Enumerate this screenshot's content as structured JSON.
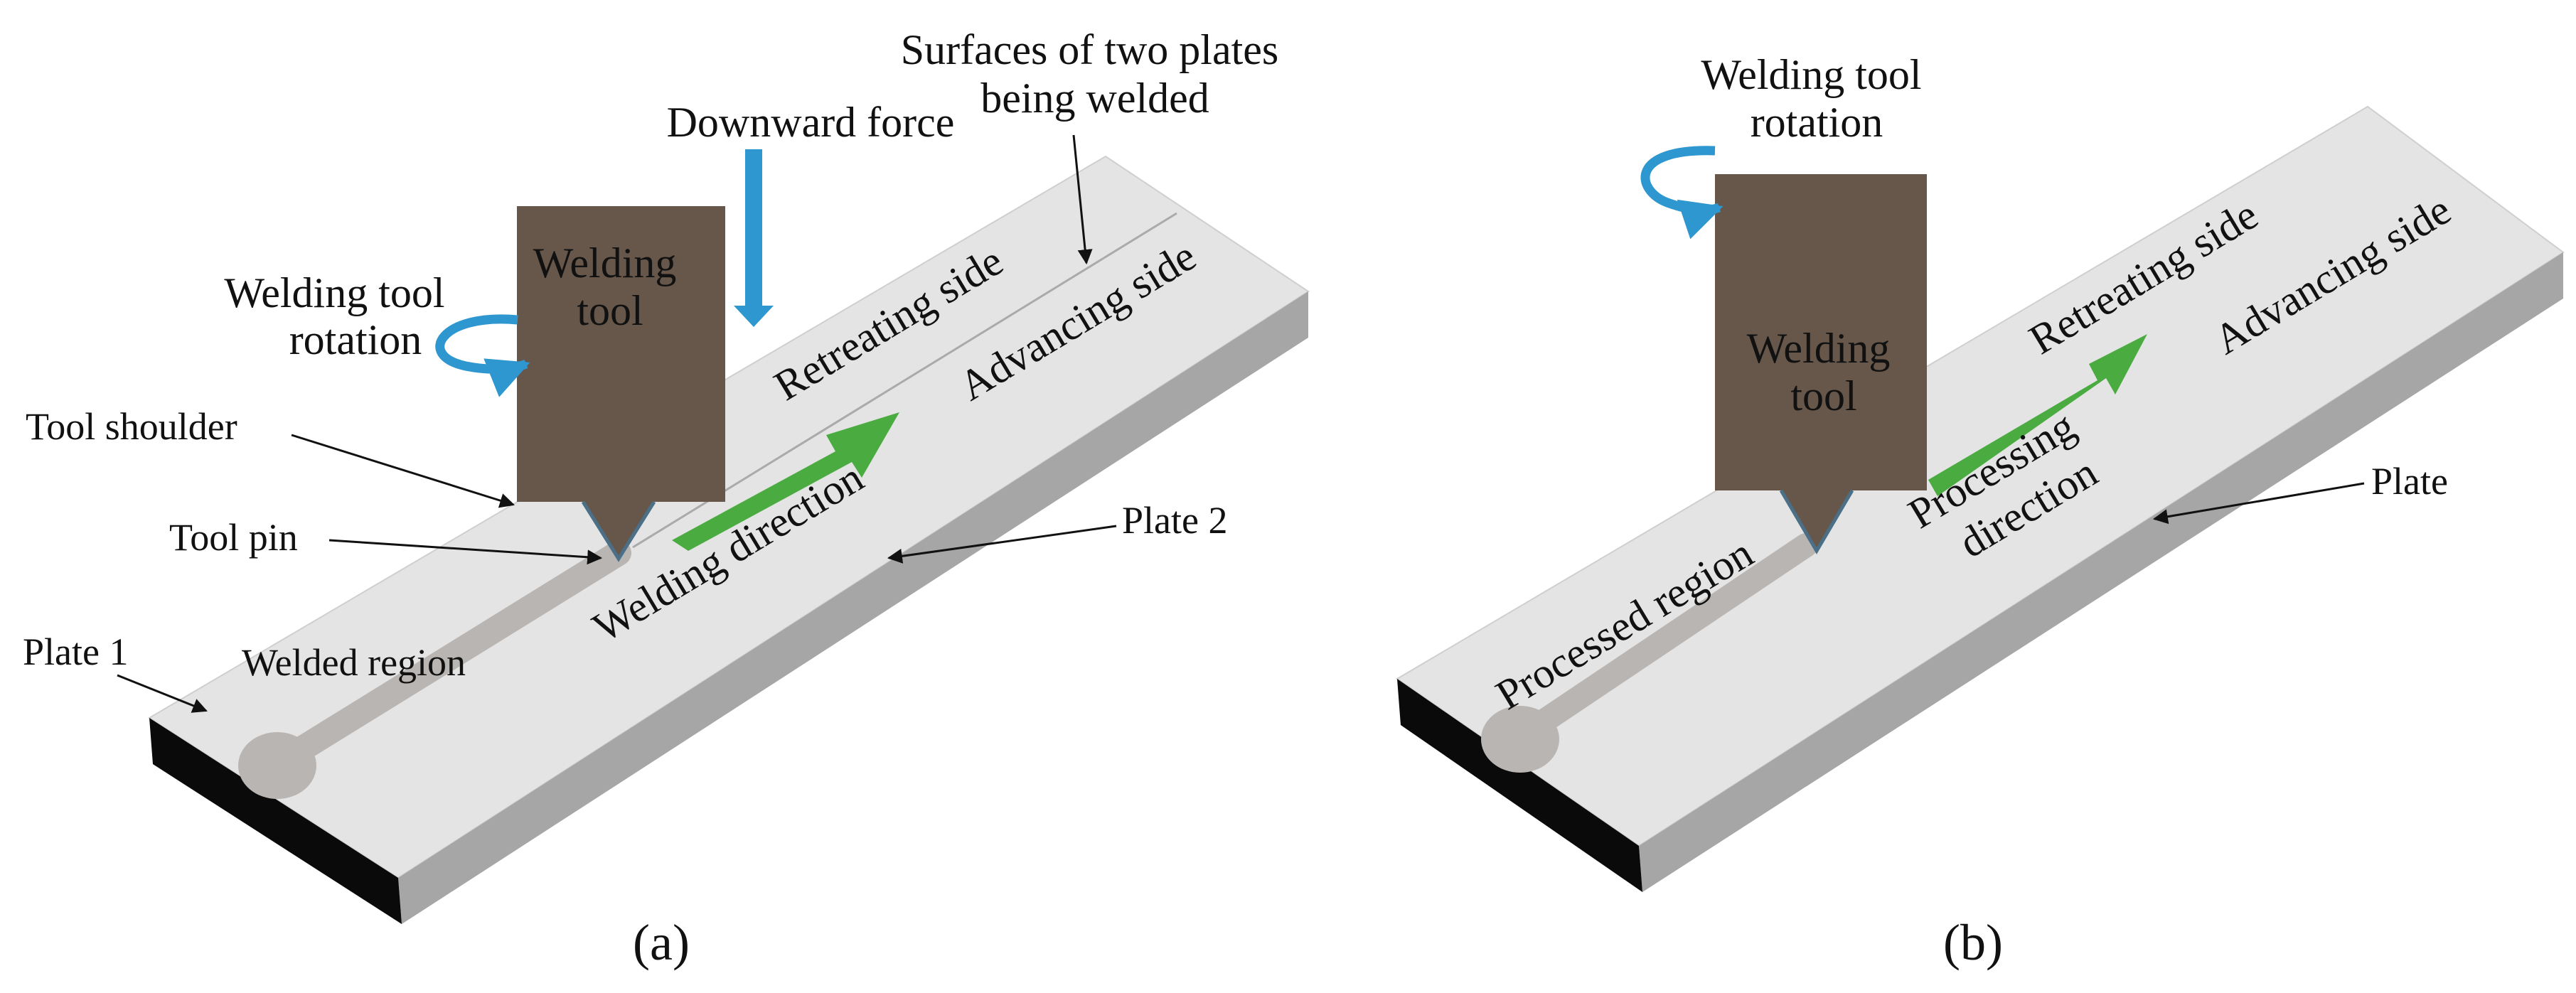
{
  "panel_a": {
    "caption": "(a)",
    "surfaces_label": [
      "Surfaces of two plates",
      "being welded"
    ],
    "downward_force": "Downward force",
    "rotation_label": [
      "Welding tool",
      "rotation"
    ],
    "tool_label": [
      "Welding",
      "tool"
    ],
    "retreating_side": "Retreating  side",
    "advancing_side": "Advancing side",
    "tool_shoulder": "Tool shoulder",
    "tool_pin": "Tool pin",
    "welding_direction": "Welding direction",
    "plate_2": "Plate 2",
    "plate_1": "Plate 1",
    "welded_region": "Welded region"
  },
  "panel_b": {
    "caption": "(b)",
    "rotation_label": [
      "Welding tool",
      "rotation"
    ],
    "tool_label": [
      "Welding",
      "tool"
    ],
    "retreating_side": "Retreating  side",
    "advancing_side": "Advancing side",
    "processing_direction": [
      "Processing",
      "direction"
    ],
    "plate": "Plate",
    "processed_region": "Processed region"
  },
  "colors": {
    "plate_top": "#e4e4e4",
    "plate_front": "#a6a6a6",
    "plate_end": "#0a0a0a",
    "tool": "#66574a",
    "pin": "#4a6f86",
    "weld_path": "#b9b5b2",
    "direction_arrow": "#4aab40",
    "force_arrow": "#2f97d0"
  }
}
